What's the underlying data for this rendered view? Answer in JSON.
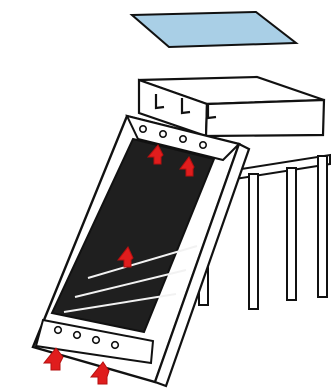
{
  "diagram": {
    "colors": {
      "background": "#ffffff",
      "outline": "#111111",
      "cover_panel": "#a9cfe6",
      "belt": "#1f1f1f",
      "arrow": "#e01d1d",
      "stripe": "#f2f2f2",
      "hole_fill": "#ffffff"
    },
    "parts": [
      "floating-cover-panel",
      "upper-box",
      "box-legs",
      "inclined-chute",
      "dark-belt",
      "air-holes",
      "airflow-arrows"
    ],
    "arrows": {
      "count": 5,
      "direction": "up"
    }
  }
}
